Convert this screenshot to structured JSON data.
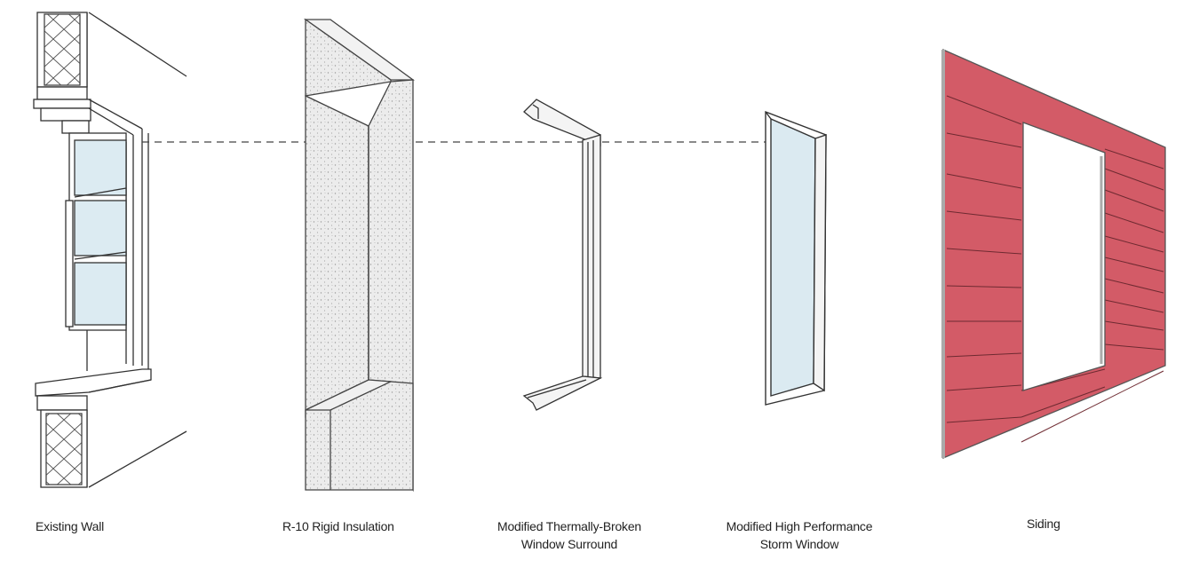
{
  "labels": {
    "existing_wall": {
      "line1": "Existing Wall"
    },
    "rigid_insulation": {
      "line1": "R-10 Rigid Insulation"
    },
    "window_surround": {
      "line1": "Modified Thermally-Broken",
      "line2": "Window Surround"
    },
    "storm_window": {
      "line1": "Modified High Performance",
      "line2": "Storm Window"
    },
    "siding": {
      "line1": "Siding"
    }
  },
  "colors": {
    "line": "#333333",
    "insulation_fill": "#e6e6e6",
    "glass": "#dbeaf1",
    "siding": "#d35b67",
    "siding_edge": "#a9404b",
    "frame": "#f4f4f4"
  }
}
